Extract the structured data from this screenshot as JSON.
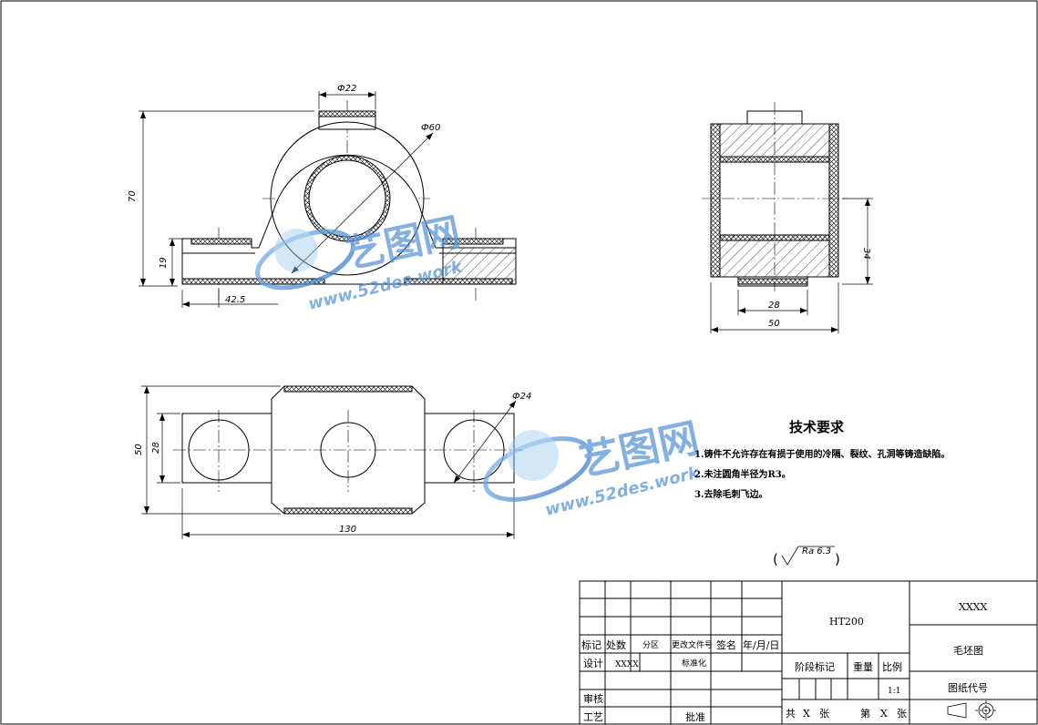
{
  "dims": {
    "front_d22": "Ф22",
    "front_d60": "Ф60",
    "front_70": "70",
    "front_19": "19",
    "front_42_5": "42.5",
    "side_34": "34",
    "side_28": "28",
    "side_50": "50",
    "top_d24": "Ф24",
    "top_50": "50",
    "top_28": "28",
    "top_130": "130"
  },
  "tech_req": {
    "title": "技术要求",
    "items": [
      "1.铸件不允许存在有损于使用的冷隔、裂纹、孔洞等铸造缺陷。",
      "2.未注圆角半径为R3。",
      "3.去除毛刺飞边。"
    ]
  },
  "roughness": {
    "open": "(",
    "value": "Ra 6.3",
    "close": ")"
  },
  "watermark": {
    "cn": "艺图网",
    "url": "www.52des.work"
  },
  "title_block": {
    "material": "HT200",
    "company": "XXXX",
    "drawing_name": "毛坯图",
    "drawing_code": "图纸代号",
    "hdr_mark": "标记",
    "hdr_count": "处数",
    "hdr_zone": "分区",
    "hdr_docno": "更改文件号",
    "hdr_sign": "签名",
    "hdr_date": "年/月/日",
    "design": "设计",
    "designer": "XXXX",
    "standardize": "标准化",
    "review": "审核",
    "process": "工艺",
    "approve": "批准",
    "stage_mark": "阶段标记",
    "weight": "重量",
    "scale": "比例",
    "scale_value": "1:1",
    "total": "共",
    "x1": "X",
    "sheet": "张",
    "nth": "第",
    "x2": "X",
    "sheet2": "张"
  }
}
